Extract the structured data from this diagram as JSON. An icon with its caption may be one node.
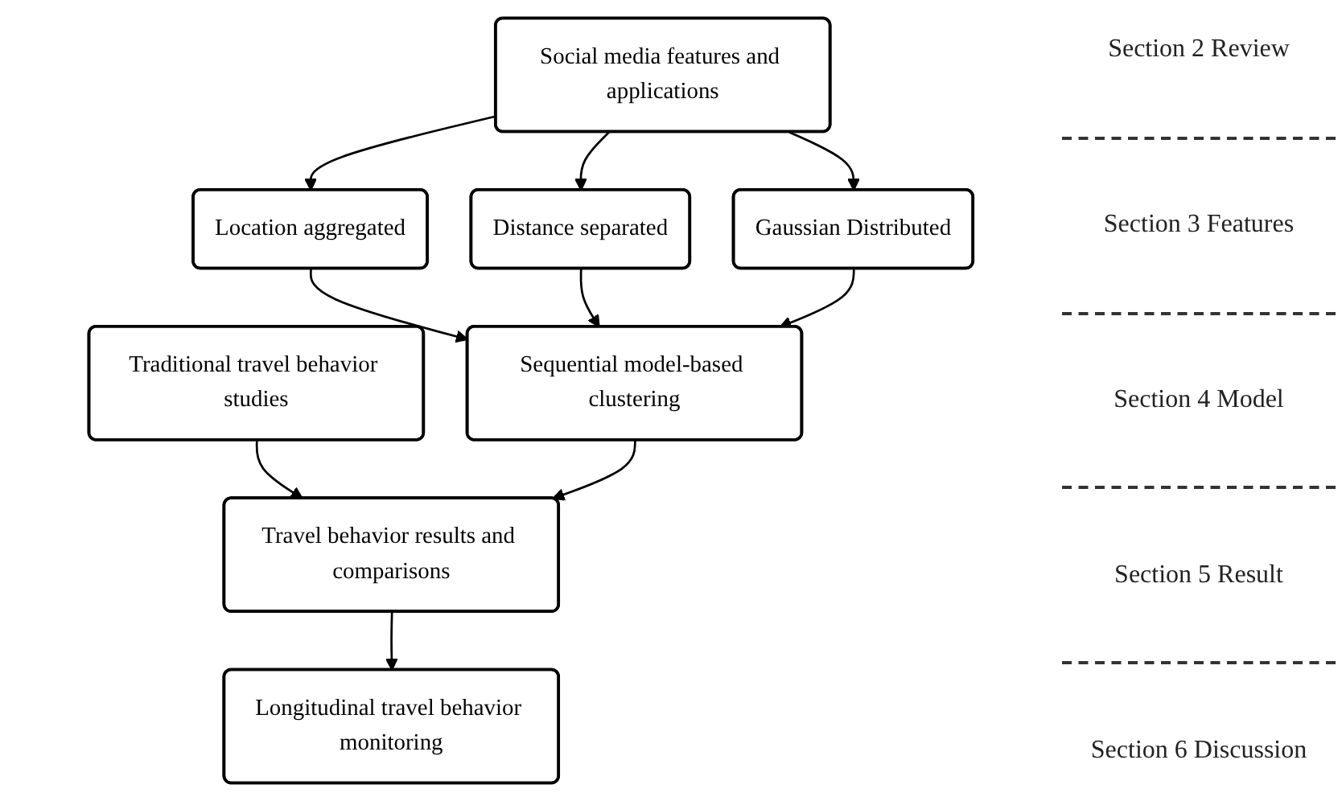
{
  "diagram": {
    "nodes": [
      {
        "text": [
          "Traditional travel behavior studies"
        ]
      },
      {
        "text": [
          "Social media features and applications"
        ]
      },
      {
        "text": [
          "Location aggregated"
        ]
      },
      {
        "text": [
          "Distance separated"
        ]
      },
      {
        "text": [
          "Gaussian Distributed"
        ]
      },
      {
        "text": [
          "Sequential model-based clustering"
        ]
      },
      {
        "text": [
          "Travel behavior results and comparisons"
        ]
      },
      {
        "text": [
          "Longitudinal travel behavior monitoring"
        ]
      }
    ],
    "edges": [
      {
        "from": 1,
        "to": 2,
        "arrow": "to"
      },
      {
        "from": 1,
        "to": 3,
        "arrow": "to"
      },
      {
        "from": 1,
        "to": 4,
        "arrow": "to"
      },
      {
        "from": 2,
        "to": 5,
        "arrow": "to"
      },
      {
        "from": 3,
        "to": 5,
        "arrow": "to"
      },
      {
        "from": 4,
        "to": 5,
        "arrow": "to"
      },
      {
        "from": 0,
        "to": 6,
        "arrow": "to"
      },
      {
        "from": 5,
        "to": 6,
        "arrow": "to"
      },
      {
        "from": 6,
        "to": 7,
        "arrow": "to"
      }
    ],
    "labels": [
      "Section 2 Review",
      "Section 3 Features",
      "Section 4 Model",
      "Section 5 Result",
      "Section 6 Discussion"
    ]
  }
}
